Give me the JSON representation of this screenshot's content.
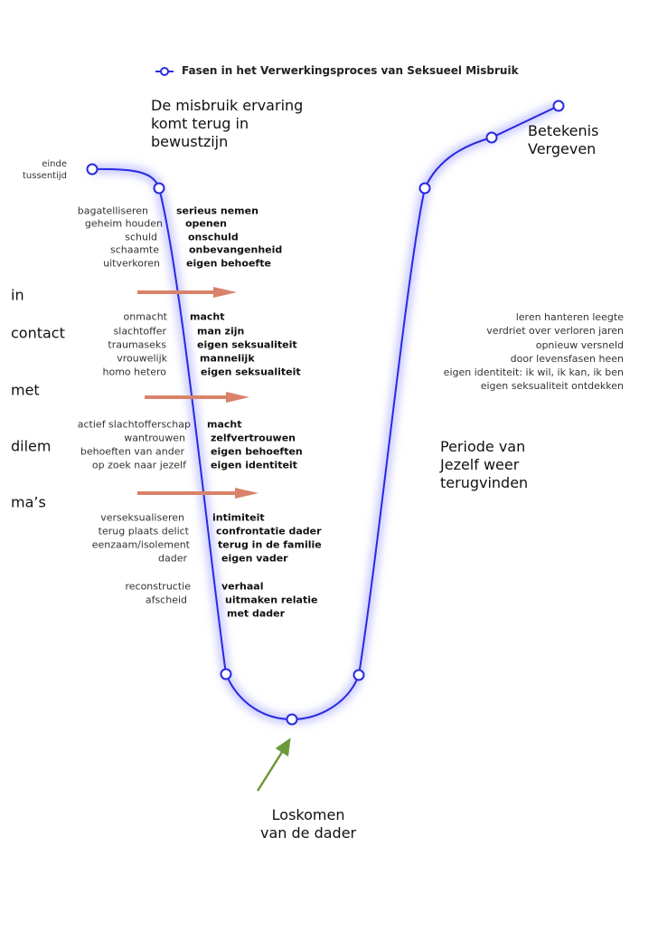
{
  "legend": {
    "label": "Fasen in het Verwerkingsproces van Seksueel Misbruik",
    "color": "#2a2ae0"
  },
  "stages": {
    "start": [
      "einde",
      "tussentijd"
    ],
    "return": [
      "De misbruik ervaring",
      "komt terug in",
      "bewustzijn"
    ],
    "bottom": [
      "Loskomen",
      "van de dader"
    ],
    "rediscover": [
      "Periode van",
      "Jezelf weer",
      "terugvinden"
    ],
    "meaning": [
      "Betekenis",
      "Vergeven"
    ]
  },
  "side_words": [
    "in",
    "contact",
    "met",
    "dilem",
    "ma’s"
  ],
  "pairs": [
    {
      "from": "bagatelliseren",
      "to": "serieus nemen"
    },
    {
      "from": "geheim houden",
      "to": "openen"
    },
    {
      "from": "schuld",
      "to": "onschuld"
    },
    {
      "from": "schaamte",
      "to": "onbevangenheid"
    },
    {
      "from": "uitverkoren",
      "to": "eigen behoefte"
    },
    {
      "from": "onmacht",
      "to": "macht"
    },
    {
      "from": "slachtoffer",
      "to": "man zijn"
    },
    {
      "from": "traumaseks",
      "to": "eigen seksualiteit"
    },
    {
      "from": "vrouwelijk",
      "to": "mannelijk"
    },
    {
      "from": "homo hetero",
      "to": "eigen seksualiteit"
    },
    {
      "from": "actief slachtofferschap",
      "to": "macht"
    },
    {
      "from": "wantrouwen",
      "to": "zelfvertrouwen"
    },
    {
      "from": "behoeften van ander",
      "to": "eigen behoeften"
    },
    {
      "from": "op zoek naar jezelf",
      "to": "eigen identiteit"
    },
    {
      "from": "verseksualiseren",
      "to": "intimiteit"
    },
    {
      "from": "terug plaats delict",
      "to": "confrontatie dader"
    },
    {
      "from": "eenzaam/isolement",
      "to": "terug in de familie"
    },
    {
      "from": "dader",
      "to": "eigen vader"
    },
    {
      "from": "reconstructie",
      "to": "verhaal"
    },
    {
      "from": "afscheid",
      "to": "uitmaken relatie"
    },
    {
      "from": "",
      "to": "met dader"
    }
  ],
  "right_list": [
    "leren hanteren leegte",
    "verdriet over verloren jaren",
    "opnieuw versneld",
    "door levensfasen heen",
    "eigen identiteit: ik wil, ik kan, ik ben",
    "eigen seksualiteit ontdekken"
  ],
  "colors": {
    "curve": "#2a2ae0",
    "arrow": "#d9826a",
    "pointer": "#6a9a3a"
  }
}
